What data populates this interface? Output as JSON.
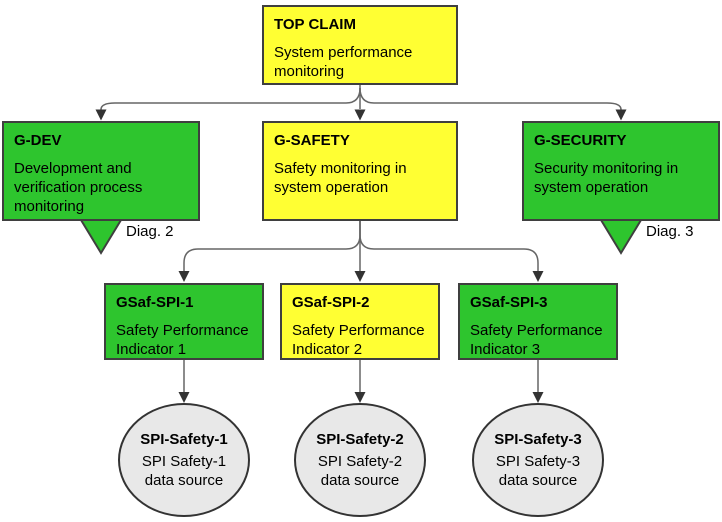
{
  "diagram": {
    "kind": "safety-assurance-goal-structure",
    "nodes": {
      "top_claim": {
        "id": "TOP CLAIM",
        "text": "System performance monitoring",
        "fill": "yellow",
        "shape": "box"
      },
      "g_dev": {
        "id": "G-DEV",
        "text": "Development and verification process monitoring",
        "fill": "green",
        "shape": "box",
        "diag_ref": "Diag. 2"
      },
      "g_safety": {
        "id": "G-SAFETY",
        "text": "Safety monitoring in system operation",
        "fill": "yellow",
        "shape": "box"
      },
      "g_security": {
        "id": "G-SECURITY",
        "text": "Security monitoring in system operation",
        "fill": "green",
        "shape": "box",
        "diag_ref": "Diag. 3"
      },
      "gsaf_spi_1": {
        "id": "GSaf-SPI-1",
        "text": "Safety Performance Indicator 1",
        "fill": "green",
        "shape": "box"
      },
      "gsaf_spi_2": {
        "id": "GSaf-SPI-2",
        "text": "Safety Performance Indicator 2",
        "fill": "yellow",
        "shape": "box"
      },
      "gsaf_spi_3": {
        "id": "GSaf-SPI-3",
        "text": "Safety Performance Indicator 3",
        "fill": "green",
        "shape": "box"
      },
      "spi_safety_1": {
        "id": "SPI-Safety-1",
        "text": "SPI Safety-1 data source",
        "fill": "gray",
        "shape": "circle"
      },
      "spi_safety_2": {
        "id": "SPI-Safety-2",
        "text": "SPI Safety-2 data source",
        "fill": "gray",
        "shape": "circle"
      },
      "spi_safety_3": {
        "id": "SPI-Safety-3",
        "text": "SPI Safety-3 data source",
        "fill": "gray",
        "shape": "circle"
      }
    },
    "edges": [
      {
        "from": "TOP CLAIM",
        "to": "G-DEV"
      },
      {
        "from": "TOP CLAIM",
        "to": "G-SAFETY"
      },
      {
        "from": "TOP CLAIM",
        "to": "G-SECURITY"
      },
      {
        "from": "G-SAFETY",
        "to": "GSaf-SPI-1"
      },
      {
        "from": "G-SAFETY",
        "to": "GSaf-SPI-2"
      },
      {
        "from": "G-SAFETY",
        "to": "GSaf-SPI-3"
      },
      {
        "from": "GSaf-SPI-1",
        "to": "SPI-Safety-1"
      },
      {
        "from": "GSaf-SPI-2",
        "to": "SPI-Safety-2"
      },
      {
        "from": "GSaf-SPI-3",
        "to": "SPI-Safety-3"
      }
    ],
    "colors": {
      "yellow": "#FFFF33",
      "green": "#2EC52E",
      "gray": "#E8E8E8",
      "border": "#3F3F3F",
      "line": "#666666",
      "arrow": "#333333",
      "text": "#000000"
    }
  }
}
